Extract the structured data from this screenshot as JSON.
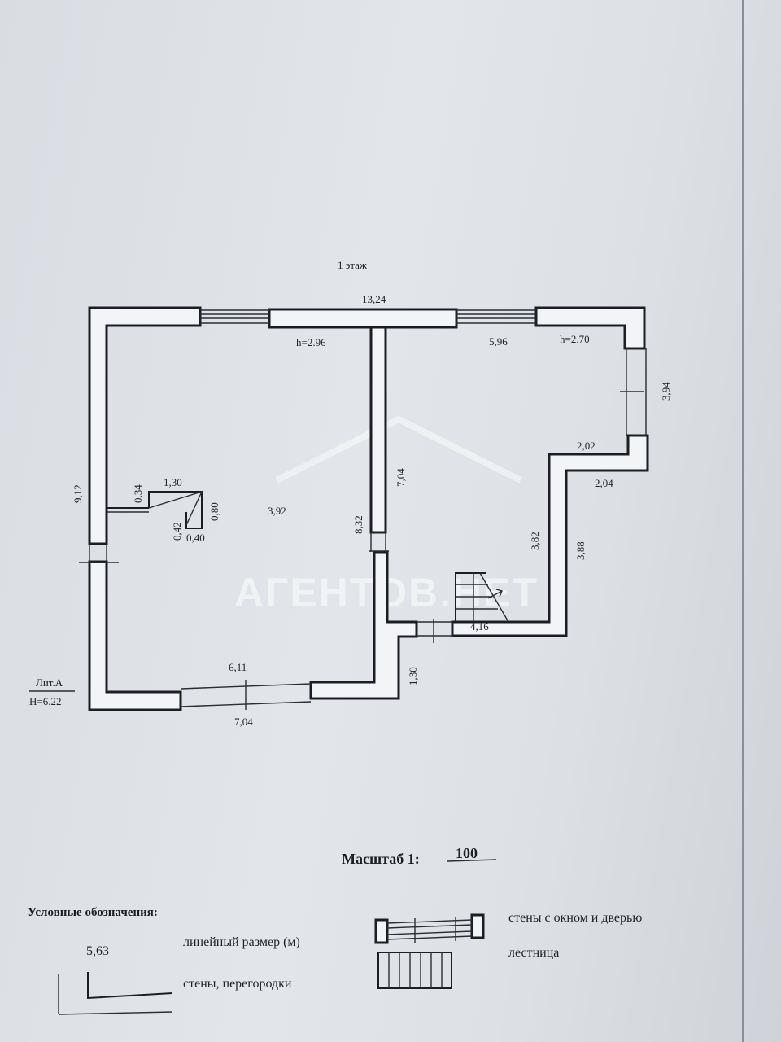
{
  "floor_title": "1 этаж",
  "dimensions": {
    "total_width": "13,24",
    "right_room_width": "5,96",
    "left_height": "9,12",
    "right_height": "3,94",
    "step_inner": "2,02",
    "step_outer": "2,04",
    "partition_upper": "7,04",
    "partition_total": "8,32",
    "left_room_depth": "3,92",
    "closet_width": "1,30",
    "closet_top": "0,34",
    "closet_small": "0,42",
    "closet_side": "0,80",
    "closet_bottom": "0,40",
    "stair_inner": "3,82",
    "stair_outer": "3,88",
    "bottom_right": "4,16",
    "entry_depth": "1,30",
    "bottom_inner": "6,11",
    "bottom_outer": "7,04"
  },
  "heights": {
    "left_room": "h=2.96",
    "right_room": "h=2.70"
  },
  "liter": {
    "name": "Лит.А",
    "height": "Н=6.22"
  },
  "scale": {
    "label": "Масштаб 1:",
    "value": "100"
  },
  "legend": {
    "title": "Условные обозначения:",
    "sample_value": "5,63",
    "linear_size": "линейный размер (м)",
    "walls": "стены, перегородки",
    "walls_window_door": "стены с окном и дверью",
    "stairs": "лестница"
  },
  "watermark": "АГЕНТОВ.НЕТ"
}
